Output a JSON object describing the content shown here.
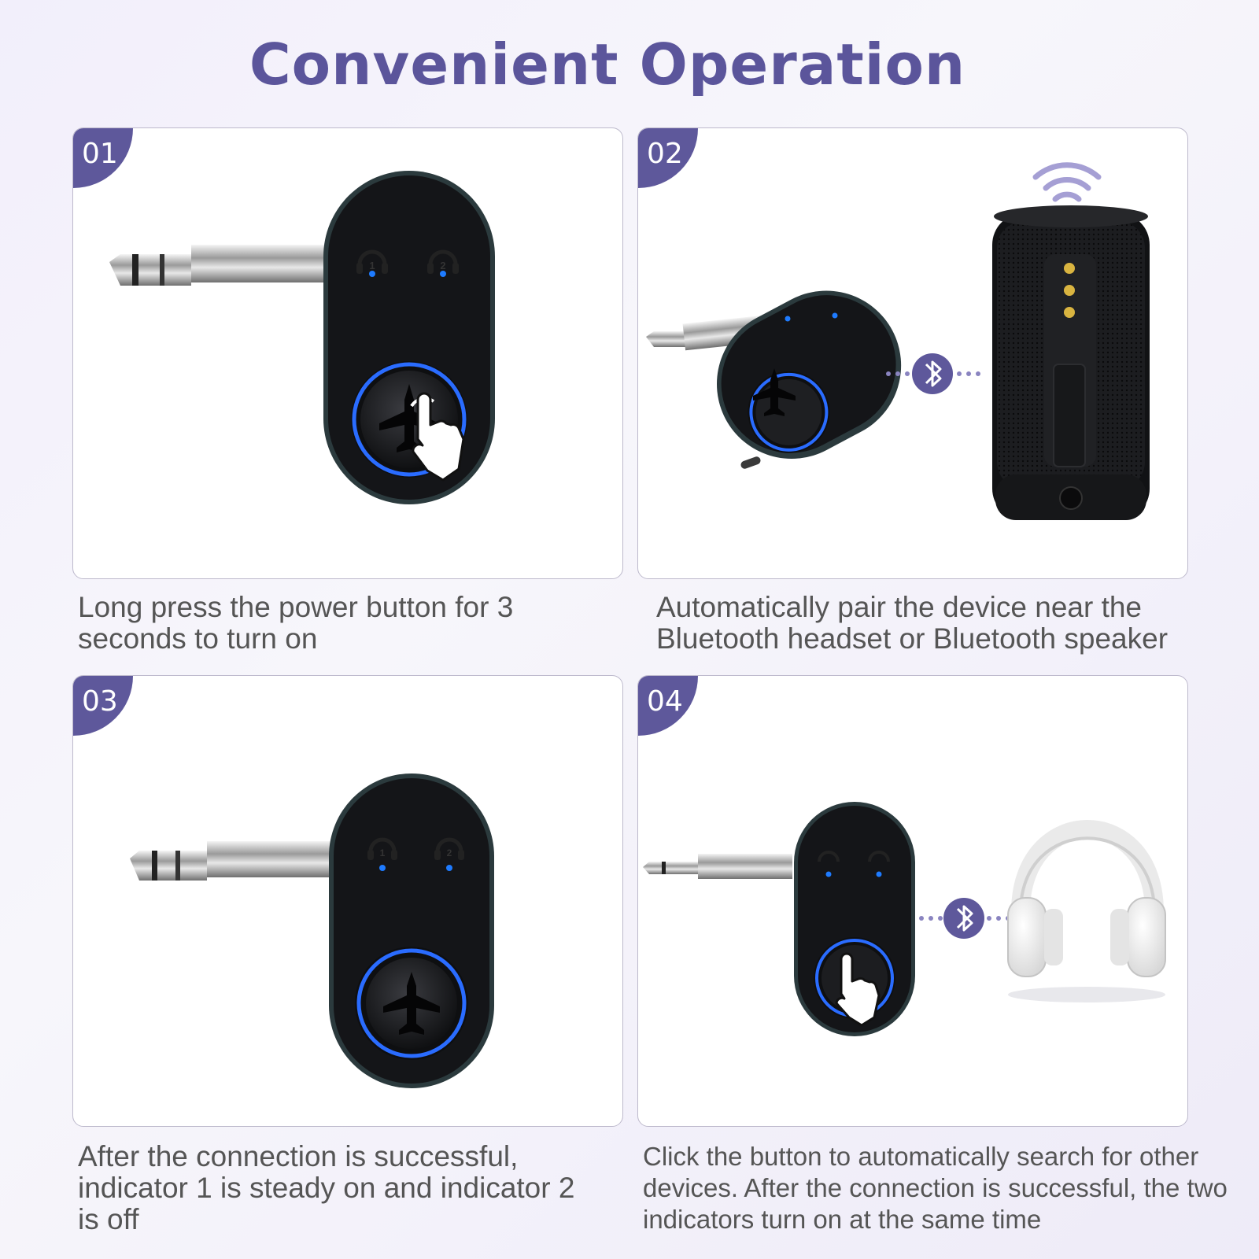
{
  "title": "Convenient Operation",
  "steps": [
    {
      "number": "01",
      "caption": "Long press the power button for 3 seconds to turn on",
      "illustration": "adapter-press-button"
    },
    {
      "number": "02",
      "caption": "Automatically pair the device near the Bluetooth headset or Bluetooth speaker",
      "illustration": "adapter-pairing-speaker"
    },
    {
      "number": "03",
      "caption": "After the connection is successful, indicator 1 is steady on and indicator 2 is off",
      "illustration": "adapter-indicators"
    },
    {
      "number": "04",
      "caption": "Click the button to automatically search for other devices. After the connection is successful, the two indicators turn on at the same time",
      "illustration": "adapter-pairing-headphones"
    }
  ],
  "device_labels": {
    "indicator_1": "1",
    "indicator_2": "2"
  },
  "colors": {
    "accent": "#5e589b",
    "title": "#5b559b",
    "indicator_led": "#1e7bff",
    "button_ring": "#2a6cff",
    "device_body": "#141518"
  }
}
